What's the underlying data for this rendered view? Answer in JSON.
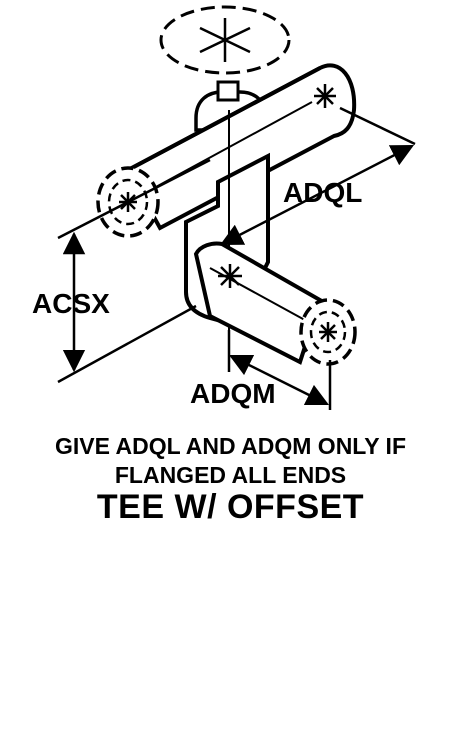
{
  "diagram": {
    "dimensions": {
      "adql": "ADQL",
      "acsx": "ACSX",
      "adqm": "ADQM"
    }
  },
  "caption": {
    "note_line_1": "GIVE ADQL AND ADQM ONLY IF",
    "note_line_2": "FLANGED ALL ENDS",
    "title": "TEE W/ OFFSET"
  },
  "colors": {
    "line": "#000000",
    "background": "#ffffff"
  }
}
